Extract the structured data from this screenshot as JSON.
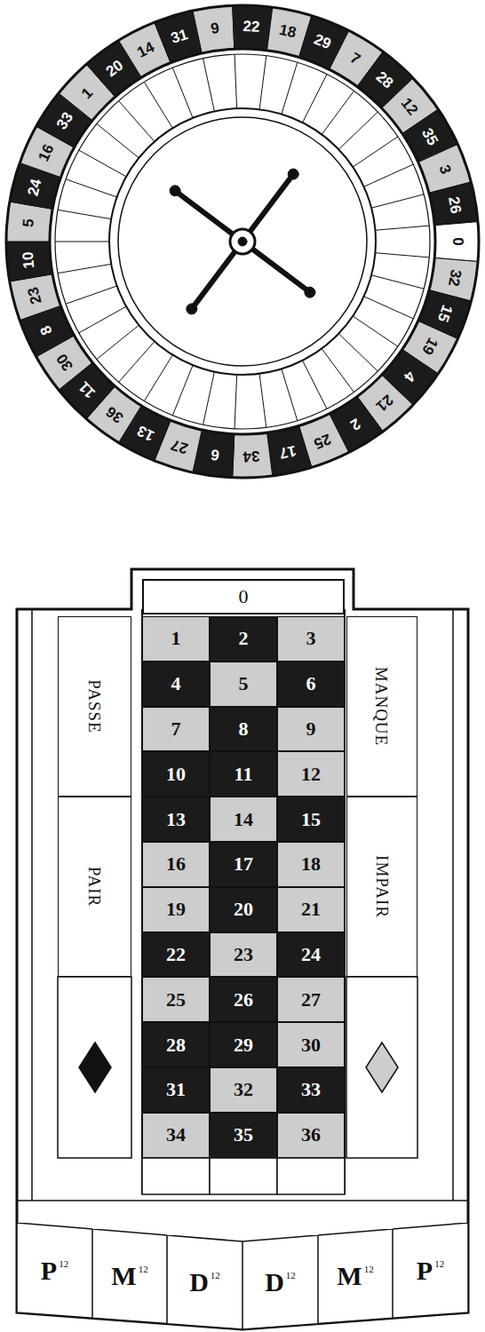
{
  "diagram": {
    "nodes": [
      {
        "text": [
          "0"
        ]
      },
      {
        "text": [
          "PASSE"
        ]
      },
      {
        "text": [
          "MANQUE"
        ]
      },
      {
        "text": [
          "PAIR"
        ]
      },
      {
        "text": [
          "IMPAIR"
        ]
      },
      {
        "text": [
          "1"
        ]
      },
      {
        "text": [
          "2"
        ]
      },
      {
        "text": [
          "3"
        ]
      },
      {
        "text": [
          "4"
        ]
      },
      {
        "text": [
          "5"
        ]
      },
      {
        "text": [
          "6"
        ]
      },
      {
        "text": [
          "7"
        ]
      },
      {
        "text": [
          "8"
        ]
      },
      {
        "text": [
          "9"
        ]
      },
      {
        "text": [
          "10"
        ]
      },
      {
        "text": [
          "11"
        ]
      },
      {
        "text": [
          "12"
        ]
      },
      {
        "text": [
          "13"
        ]
      },
      {
        "text": [
          "14"
        ]
      },
      {
        "text": [
          "15"
        ]
      },
      {
        "text": [
          "16"
        ]
      },
      {
        "text": [
          "17"
        ]
      },
      {
        "text": [
          "18"
        ]
      },
      {
        "text": [
          "19"
        ]
      },
      {
        "text": [
          "20"
        ]
      },
      {
        "text": [
          "21"
        ]
      },
      {
        "text": [
          "22"
        ]
      },
      {
        "text": [
          "23"
        ]
      },
      {
        "text": [
          "24"
        ]
      },
      {
        "text": [
          "25"
        ]
      },
      {
        "text": [
          "26"
        ]
      },
      {
        "text": [
          "27"
        ]
      },
      {
        "text": [
          "28"
        ]
      },
      {
        "text": [
          "29"
        ]
      },
      {
        "text": [
          "30"
        ]
      },
      {
        "text": [
          "31"
        ]
      },
      {
        "text": [
          "32"
        ]
      },
      {
        "text": [
          "33"
        ]
      },
      {
        "text": [
          "34"
        ]
      },
      {
        "text": [
          "35"
        ]
      },
      {
        "text": [
          "36"
        ]
      },
      {
        "text": [
          "P",
          "12"
        ]
      },
      {
        "text": [
          "M",
          "12"
        ]
      },
      {
        "text": [
          "D",
          "12"
        ]
      },
      {
        "text": [
          "D",
          "12"
        ]
      },
      {
        "text": [
          "M",
          "12"
        ]
      },
      {
        "text": [
          "P",
          "12"
        ]
      }
    ],
    "labels": [
      "0",
      "32",
      "15",
      "19",
      "4",
      "21",
      "2",
      "25",
      "17",
      "34",
      "6",
      "27",
      "13",
      "36",
      "11",
      "30",
      "8",
      "23",
      "10",
      "5",
      "24",
      "16",
      "33",
      "1",
      "20",
      "14",
      "31",
      "9",
      "22",
      "18",
      "29",
      "7",
      "28",
      "12",
      "35",
      "3",
      "26"
    ]
  }
}
